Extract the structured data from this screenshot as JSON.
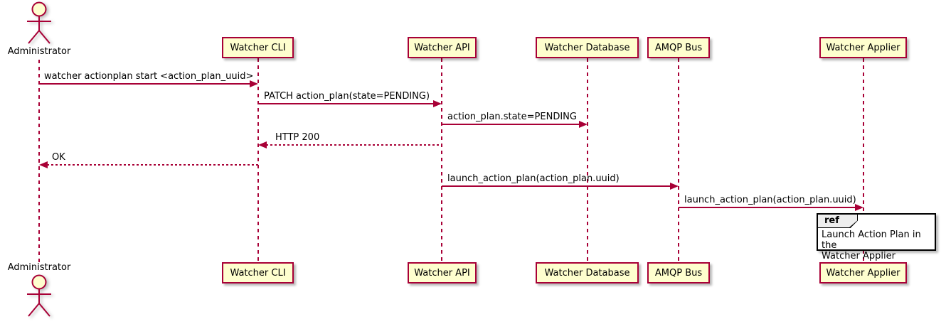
{
  "diagram": {
    "type": "plantuml-sequence",
    "actor": {
      "name": "Administrator"
    },
    "participants": [
      {
        "name": "Watcher CLI"
      },
      {
        "name": "Watcher API"
      },
      {
        "name": "Watcher Database"
      },
      {
        "name": "AMQP Bus"
      },
      {
        "name": "Watcher Applier"
      }
    ],
    "messages": [
      {
        "from": "Administrator",
        "to": "Watcher CLI",
        "label": "watcher actionplan start <action_plan_uuid>",
        "style": "solid"
      },
      {
        "from": "Watcher CLI",
        "to": "Watcher API",
        "label": "PATCH action_plan(state=PENDING)",
        "style": "solid"
      },
      {
        "from": "Watcher API",
        "to": "Watcher Database",
        "label": "action_plan.state=PENDING",
        "style": "solid"
      },
      {
        "from": "Watcher API",
        "to": "Watcher CLI",
        "label": "HTTP 200",
        "style": "dashed"
      },
      {
        "from": "Watcher CLI",
        "to": "Administrator",
        "label": "OK",
        "style": "dashed"
      },
      {
        "from": "Watcher API",
        "to": "AMQP Bus",
        "label": "launch_action_plan(action_plan.uuid)",
        "style": "solid"
      },
      {
        "from": "AMQP Bus",
        "to": "Watcher Applier",
        "label": "launch_action_plan(action_plan.uuid)",
        "style": "solid"
      }
    ],
    "ref": {
      "keyword": "ref",
      "text": "Launch Action Plan in the\nWatcher Applier"
    },
    "colors": {
      "line": "#A80036",
      "participant_fill": "#FEFECE",
      "participant_border": "#A80036",
      "actor_head_fill": "#FEFECE",
      "ref_header_fill": "#EEEEEE",
      "ref_border": "#000000",
      "text": "#000000"
    }
  }
}
